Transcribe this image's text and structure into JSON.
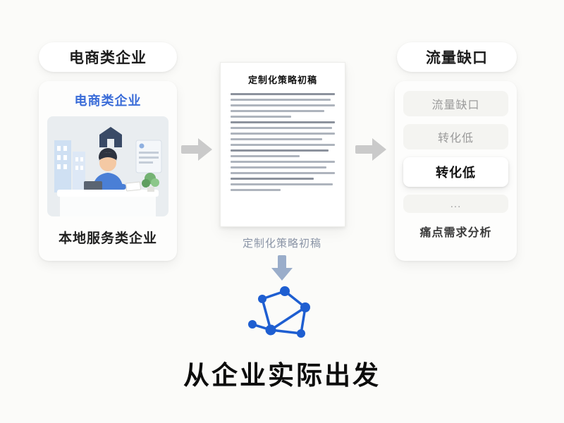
{
  "left_section": {
    "badge": "电商类企业",
    "card_title": "电商类企业",
    "card_caption": "本地服务类企业"
  },
  "middle_section": {
    "doc_title": "定制化策略初稿",
    "caption": "定制化策略初稿"
  },
  "right_section": {
    "badge": "流量缺口",
    "items": [
      {
        "label": "流量缺口",
        "highlight": false
      },
      {
        "label": "转化低",
        "highlight": false
      },
      {
        "label": "转化低",
        "highlight": true
      },
      {
        "label": "...",
        "highlight": false
      }
    ],
    "caption": "痛点需求分析"
  },
  "footer": {
    "title": "从企业实际出发"
  },
  "colors": {
    "accent_blue": "#3a6cd8",
    "network_blue": "#1e5ed1",
    "arrow_gray": "#cacaca",
    "arrow_down_blue": "#9aadca"
  }
}
